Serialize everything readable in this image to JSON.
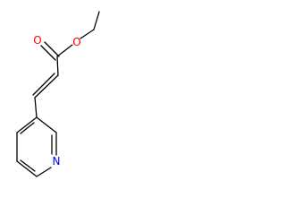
{
  "structure": {
    "atoms": [
      {
        "id": "O1",
        "element": "O",
        "label": "O",
        "color": "#ff0000"
      },
      {
        "id": "O2",
        "element": "O",
        "label": "O",
        "color": "#ff0000"
      },
      {
        "id": "N1",
        "element": "N",
        "label": "N",
        "color": "#0000ff"
      }
    ],
    "bond_color": "#000000"
  }
}
